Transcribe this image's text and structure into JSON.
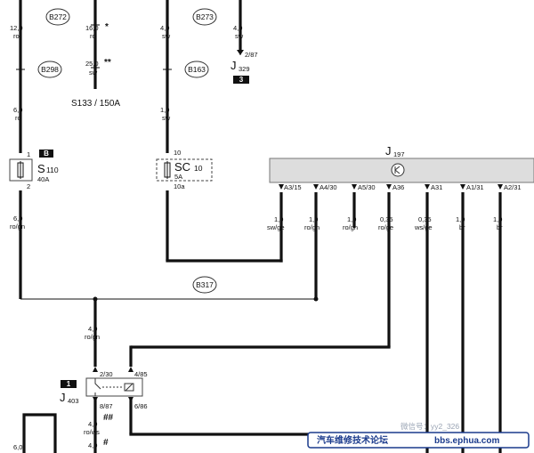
{
  "fuse_holder_label": "S133 / 150A",
  "nodes": {
    "b272": "B272",
    "b273": "B273",
    "b298": "B298",
    "b163": "B163",
    "b317": "B317"
  },
  "wires": {
    "w12": "12,0",
    "w12c": "ro",
    "w16": "16,0",
    "w16s": "*",
    "w16c": "ro",
    "w25": "25,0",
    "w25s": "**",
    "w25c": "sw",
    "w6a": "6,0",
    "w6ac": "ro",
    "w6b": "6,0",
    "w6bc": "ro/gn",
    "w4a": "4,0",
    "w4ac": "sw",
    "w1": "1,0",
    "w1c": "sw",
    "w4b": "4,0",
    "w4bc": "sw",
    "w4mid": "4,0",
    "w4midc": "ro/gn",
    "w4ro": "4,0",
    "w4rosym": "##",
    "w4roc": "ro/ws",
    "w4bot": "4,0",
    "w4botsym": "#",
    "w6bot": "6,0"
  },
  "j329": {
    "name": "J",
    "sub": "329",
    "pin": "2/87",
    "badge": "3"
  },
  "s110": {
    "name": "S",
    "sub": "110",
    "amp": "40A",
    "badge": "B",
    "pin1": "1",
    "pin2": "2"
  },
  "sc10": {
    "name": "SC",
    "sub": "10",
    "amp": "5A",
    "pin_in": "10",
    "pin_out": "10a"
  },
  "j197": {
    "name": "J",
    "sub": "197",
    "pins": [
      "A3/15",
      "A4/30",
      "A5/30",
      "A36",
      "A31",
      "A1/31",
      "A2/31"
    ],
    "gauges": [
      "1,0",
      "1,0",
      "1,0",
      "0,35",
      "0,35",
      "1,0",
      "1,0"
    ],
    "colors": [
      "sw/ge",
      "ro/gn",
      "ro/gn",
      "ro/ge",
      "ws/ge",
      "br",
      "br"
    ]
  },
  "j403": {
    "name": "J",
    "sub": "403",
    "badge": "1",
    "pins": {
      "p1": "2/30",
      "p2": "4/85",
      "p3": "8/87",
      "p4": "6/86"
    }
  },
  "watermark": {
    "wechat": "微信号：yy2_326",
    "site": "汽车维修技术论坛",
    "url": "bbs.ephua.com"
  }
}
